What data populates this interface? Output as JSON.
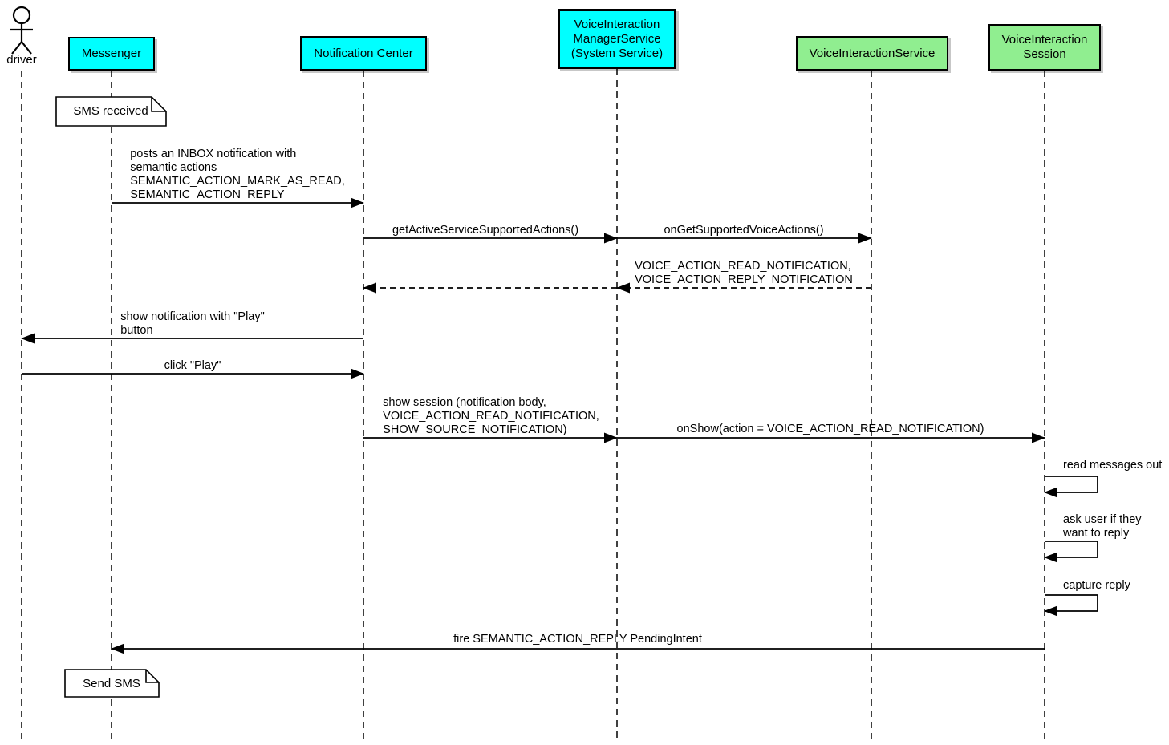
{
  "diagram_type": "uml-sequence",
  "colors": {
    "participant_system": "#00ffff",
    "participant_voice": "#90ee90",
    "note_fill": "#ffffff",
    "line": "#000000"
  },
  "actor": {
    "label": "driver"
  },
  "participants": {
    "messenger": {
      "label": "Messenger",
      "color": "#00ffff"
    },
    "notification_center": {
      "label": "Notification Center",
      "color": "#00ffff"
    },
    "voice_interaction_manager_service": {
      "label": "VoiceInteraction\nManagerService\n(System Service)",
      "color": "#00ffff"
    },
    "voice_interaction_service": {
      "label": "VoiceInteractionService",
      "color": "#90ee90"
    },
    "voice_interaction_session": {
      "label": "VoiceInteraction\nSession",
      "color": "#90ee90"
    }
  },
  "notes": {
    "sms_received": "SMS received",
    "send_sms": "Send SMS"
  },
  "messages": {
    "posts_inbox": "posts an INBOX notification with\nsemantic actions\nSEMANTIC_ACTION_MARK_AS_READ,\nSEMANTIC_ACTION_REPLY",
    "get_active_supported_actions": "getActiveServiceSupportedActions()",
    "on_get_supported_voice_actions": "onGetSupportedVoiceActions()",
    "voice_actions_return": "VOICE_ACTION_READ_NOTIFICATION,\nVOICE_ACTION_REPLY_NOTIFICATION",
    "show_notification": "show notification with \"Play\"\nbutton",
    "click_play": "click \"Play\"",
    "show_session": "show session (notification body,\nVOICE_ACTION_READ_NOTIFICATION,\nSHOW_SOURCE_NOTIFICATION)",
    "on_show": "onShow(action = VOICE_ACTION_READ_NOTIFICATION)",
    "read_messages_out": "read messages out",
    "ask_user_reply": "ask user if they\nwant to reply",
    "capture_reply": "capture reply",
    "fire_reply_pendingintent": "fire SEMANTIC_ACTION_REPLY PendingIntent"
  }
}
